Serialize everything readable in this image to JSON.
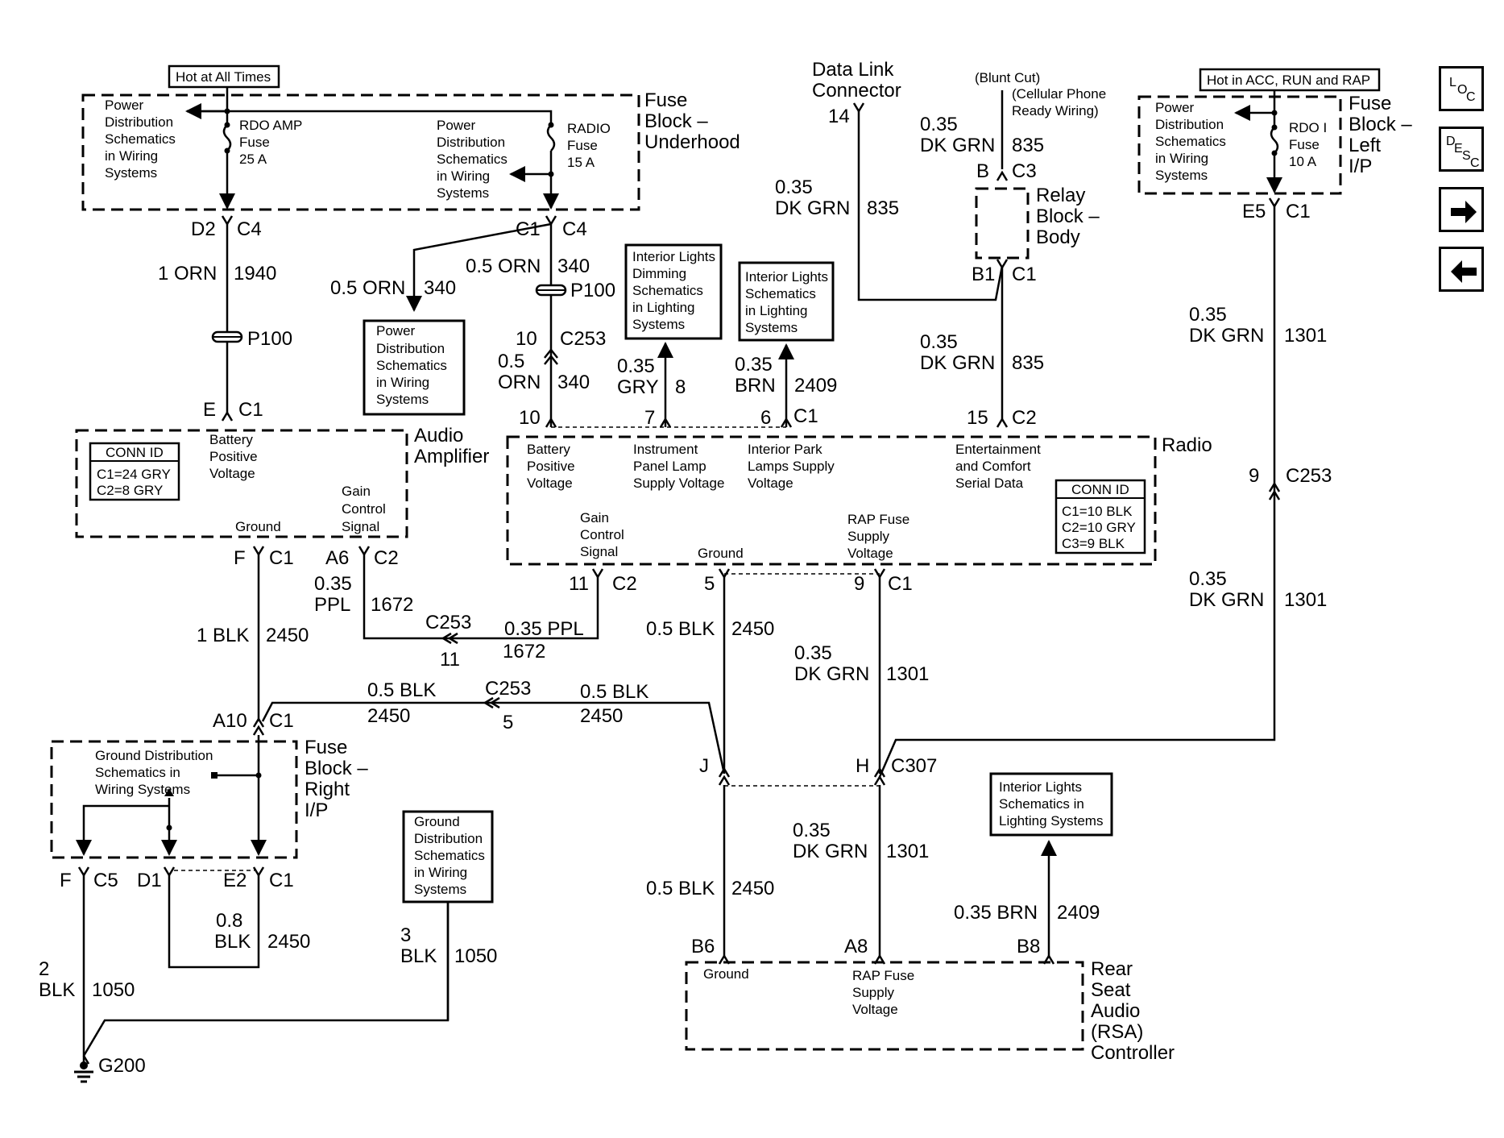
{
  "nav": {
    "loc": {
      "a": "L",
      "b": "O",
      "c": "C"
    },
    "desc": {
      "a": "D",
      "b": "E",
      "c": "S",
      "d": "C"
    },
    "forward_icon": "arrow-right-icon",
    "back_icon": "arrow-left-icon"
  },
  "labels": {
    "hot_all_times": "Hot at All Times",
    "hot_acc": "Hot in ACC, RUN and RAP",
    "fbu_title": [
      "Fuse",
      "Block –",
      "Underhood"
    ],
    "fbl_title": [
      "Fuse",
      "Block –",
      "Left",
      "I/P"
    ],
    "fbr_title": [
      "Fuse",
      "Block –",
      "Right",
      "I/P"
    ],
    "pds_left": [
      "Power",
      "Distribution",
      "Schematics",
      "in Wiring",
      "Systems"
    ],
    "pds_mid": [
      "Power",
      "Distribution",
      "Schematics",
      "in Wiring",
      "Systems"
    ],
    "pds_fbl": [
      "Power",
      "Distribution",
      "Schematics",
      "in Wiring",
      "Systems"
    ],
    "rdo_amp": [
      "RDO AMP",
      "Fuse",
      "25 A"
    ],
    "radio_fuse": [
      "RADIO",
      "Fuse",
      "15 A"
    ],
    "rdo_i": [
      "RDO I",
      "Fuse",
      "10 A"
    ],
    "pds_box": [
      "Power",
      "Distribution",
      "Schematics",
      "in Wiring",
      "Systems"
    ],
    "ild_box": [
      "Interior Lights",
      "Dimming",
      "Schematics",
      "in Lighting",
      "Systems"
    ],
    "il_box": [
      "Interior Lights",
      "Schematics",
      "in Lighting",
      "Systems"
    ],
    "il_rsa_box": [
      "Interior Lights",
      "Schematics in",
      "Lighting Systems"
    ],
    "gd_box": [
      "Ground",
      "Distribution",
      "Schematics",
      "in Wiring",
      "Systems"
    ],
    "gd_fb": [
      "Ground Distribution",
      "Schematics in",
      "Wiring Systems"
    ],
    "dlc": [
      "Data Link",
      "Connector"
    ],
    "blunt": [
      "(Blunt Cut)",
      "(Cellular Phone",
      "Ready Wiring)"
    ],
    "relay": [
      "Relay",
      "Block –",
      "Body"
    ],
    "audio_amp": [
      "Audio",
      "Amplifier"
    ],
    "radio": "Radio",
    "rsa": [
      "Rear",
      "Seat",
      "Audio",
      "(RSA)",
      "Controller"
    ],
    "amp_conn_id": {
      "title": "CONN ID",
      "rows": [
        "C1=24 GRY",
        "C2=8 GRY"
      ]
    },
    "radio_conn_id": {
      "title": "CONN ID",
      "rows": [
        "C1=10 BLK",
        "C2=10 GRY",
        "C3=9 BLK"
      ]
    },
    "amp_pins": {
      "batt": [
        "Battery",
        "Positive",
        "Voltage"
      ],
      "gain": [
        "Gain",
        "Control",
        "Signal"
      ],
      "gnd": "Ground"
    },
    "radio_pins": {
      "batt": [
        "Battery",
        "Positive",
        "Voltage"
      ],
      "ipl": [
        "Instrument",
        "Panel Lamp",
        "Supply Voltage"
      ],
      "ipk": [
        "Interior Park",
        "Lamps Supply",
        "Voltage"
      ],
      "ecs": [
        "Entertainment",
        "and Comfort",
        "Serial Data"
      ],
      "gain": [
        "Gain",
        "Control",
        "Signal"
      ],
      "gnd": "Ground",
      "rap": [
        "RAP Fuse",
        "Supply",
        "Voltage"
      ]
    },
    "rsa_pins": {
      "gnd": "Ground",
      "rap": [
        "RAP Fuse",
        "Supply",
        "Voltage"
      ]
    },
    "ground": "G200"
  },
  "pins": {
    "d2": "D2",
    "c4": "C4",
    "c1": "C1",
    "c1b": "C1",
    "c4b": "C4",
    "p100": "P100",
    "p100b": "P100",
    "e": "E",
    "f": "F",
    "a6": "A6",
    "c2": "C2",
    "a10": "A10",
    "f5": "F",
    "c5": "C5",
    "d1": "D1",
    "e2": "E2",
    "n10a": "10",
    "c253a": "C253",
    "n10b": "10",
    "n7": "7",
    "n6": "6",
    "n15": "15",
    "c1r": "C1",
    "c2r": "C2",
    "n11": "11",
    "c2b": "C2",
    "n5": "5",
    "n9": "9",
    "c1c": "C1",
    "c253b": "C253",
    "n11b": "11",
    "c253c": "C253",
    "n5b": "5",
    "j": "J",
    "h": "H",
    "c307": "C307",
    "b6": "B6",
    "a8": "A8",
    "b8": "B8",
    "n14": "14",
    "b": "B",
    "c3": "C3",
    "b1": "B1",
    "c1d": "C1",
    "e5": "E5",
    "c1e": "C1",
    "n9b": "9",
    "c253d": "C253"
  },
  "wires": {
    "w1940": {
      "size": "1 ORN",
      "num": "1940"
    },
    "w340a": {
      "size": "0.5 ORN",
      "num": "340"
    },
    "w340b": {
      "size": "0.5 ORN",
      "num": "340"
    },
    "w340c": {
      "size": [
        "0.5",
        "ORN"
      ],
      "num": "340"
    },
    "w8": {
      "size": [
        "0.35",
        "GRY"
      ],
      "num": "8"
    },
    "w2409a": {
      "size": [
        "0.35",
        "BRN"
      ],
      "num": "2409"
    },
    "w835a": {
      "size": [
        "0.35",
        "DK GRN"
      ],
      "num": "835"
    },
    "w835b": {
      "size": [
        "0.35",
        "DK GRN"
      ],
      "num": "835"
    },
    "w835c": {
      "size": [
        "0.35",
        "DK GRN"
      ],
      "num": "835"
    },
    "w1301a": {
      "size": [
        "0.35",
        "DK GRN"
      ],
      "num": "1301"
    },
    "w1301b": {
      "size": [
        "0.35",
        "DK GRN"
      ],
      "num": "1301"
    },
    "w1301c": {
      "size": [
        "0.35",
        "DK GRN"
      ],
      "num": "1301"
    },
    "w1301d": {
      "size": [
        "0.35",
        "DK GRN"
      ],
      "num": "1301"
    },
    "w1672a": {
      "size": [
        "0.35",
        "PPL"
      ],
      "num": "1672"
    },
    "w1672b": {
      "size": "0.35 PPL",
      "num": "1672"
    },
    "w2450a": {
      "size": "1 BLK",
      "num": "2450"
    },
    "w2450b": {
      "size": "0.5 BLK",
      "num": "2450"
    },
    "w2450c": {
      "size": "0.5 BLK",
      "num": "2450"
    },
    "w2450d": {
      "size": "0.5 BLK",
      "num": "2450"
    },
    "w2450e": {
      "size": "0.5 BLK",
      "num": "2450"
    },
    "w2450f": {
      "size": [
        "0.8",
        "BLK"
      ],
      "num": "2450"
    },
    "w1050a": {
      "size": [
        "2",
        "BLK"
      ],
      "num": "1050"
    },
    "w1050b": {
      "size": [
        "3",
        "BLK"
      ],
      "num": "1050"
    },
    "w2409b": {
      "size": "0.35 BRN",
      "num": "2409"
    }
  }
}
